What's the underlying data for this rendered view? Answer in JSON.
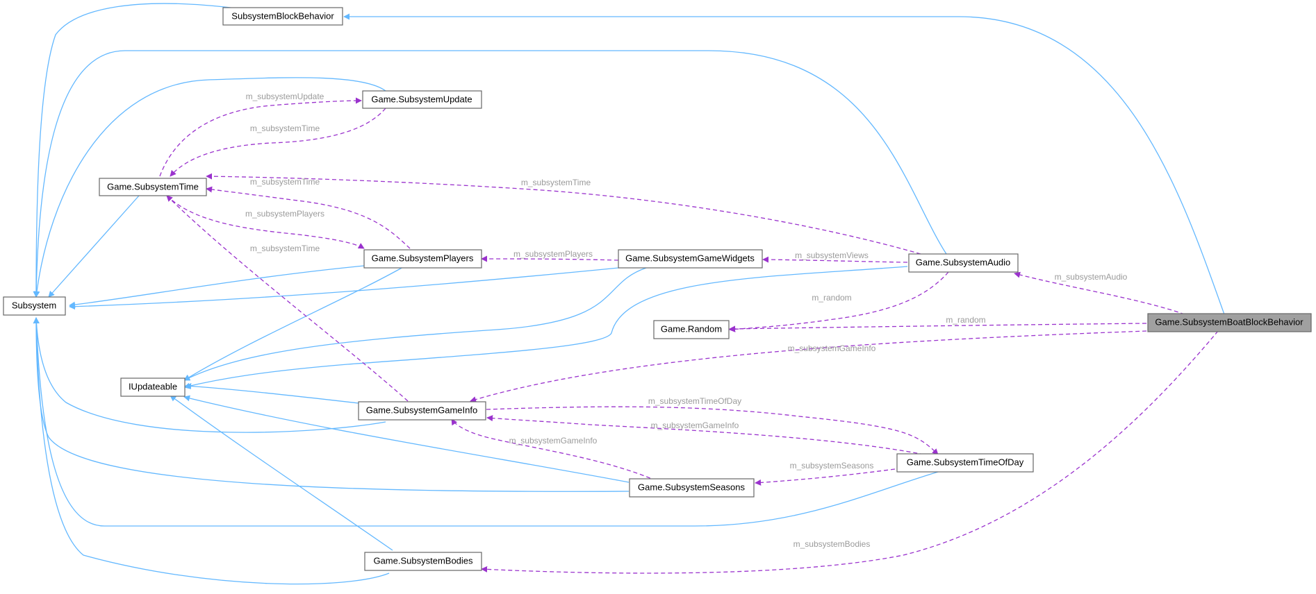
{
  "colors": {
    "inheritance": "#63b8ff",
    "usage": "#9a32cd",
    "label": "#9a9a9a",
    "highlight_fill": "#a0a0a0"
  },
  "nodes": {
    "subsystem_block_behavior": "SubsystemBlockBehavior",
    "game_subsystem_update": "Game.SubsystemUpdate",
    "game_subsystem_time": "Game.SubsystemTime",
    "subsystem": "Subsystem",
    "game_subsystem_players": "Game.SubsystemPlayers",
    "game_subsystem_game_widgets": "Game.SubsystemGameWidgets",
    "game_subsystem_audio": "Game.SubsystemAudio",
    "game_random": "Game.Random",
    "game_subsystem_boat_block_behavior": "Game.SubsystemBoatBlockBehavior",
    "i_updateable": "IUpdateable",
    "game_subsystem_game_info": "Game.SubsystemGameInfo",
    "game_subsystem_time_of_day": "Game.SubsystemTimeOfDay",
    "game_subsystem_seasons": "Game.SubsystemSeasons",
    "game_subsystem_bodies": "Game.SubsystemBodies"
  },
  "edge_labels": {
    "update_from_time": "m_subsystemUpdate",
    "time_from_update": "m_subsystemTime",
    "time_from_players": "m_subsystemTime",
    "players_from_time": "m_subsystemPlayers",
    "time_from_gameinfo": "m_subsystemTime",
    "time_from_audio": "m_subsystemTime",
    "players_from_widgets": "m_subsystemPlayers",
    "widgets_from_audio": "m_subsystemViews",
    "audio_from_boat": "m_subsystemAudio",
    "random_from_audio": "m_random",
    "random_from_boat": "m_random",
    "gameinfo_from_boat": "m_subsystemGameInfo",
    "timeofday_from_gameinfo": "m_subsystemTimeOfDay",
    "gameinfo_from_timeofday": "m_subsystemGameInfo",
    "gameinfo_from_seasons": "m_subsystemGameInfo",
    "seasons_from_timeofday": "m_subsystemSeasons",
    "bodies_from_boat": "m_subsystemBodies"
  }
}
